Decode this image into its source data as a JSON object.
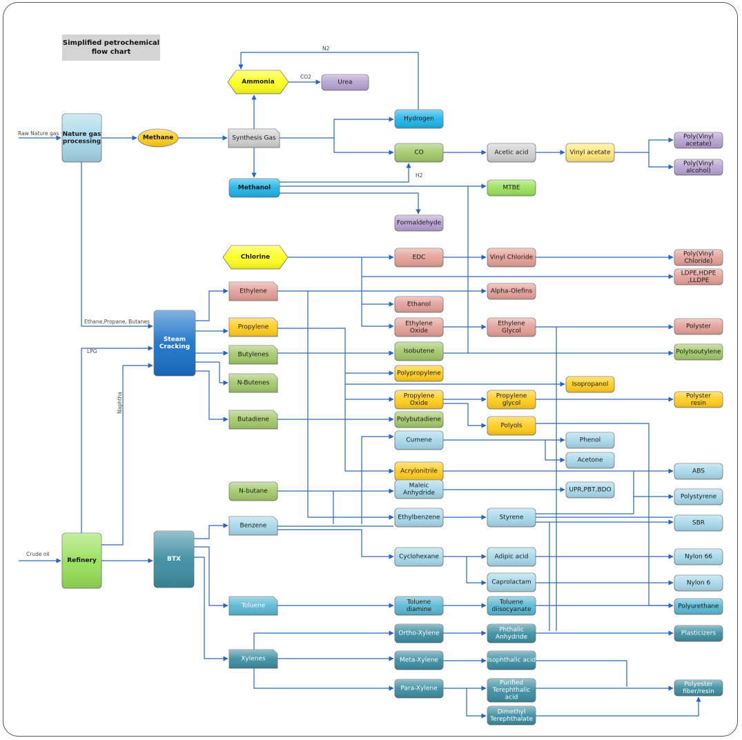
{
  "title": [
    "Simplified petrochemical",
    "flow chart"
  ],
  "colors": {
    "line": "#2a66b8",
    "lightblue": "#a7d8ea",
    "cyan": "#1fb4e8",
    "blue": "#1a72c9",
    "teal": "#3d8ea2",
    "teal_light": "#5ab8d4",
    "green": "#a3c86b",
    "lime": "#99e05a",
    "red": "#e3a098",
    "yellow": "#ffe779",
    "orange": "#ffcc1e",
    "purple": "#b6a2d1",
    "gray": "#d0d0d0",
    "ammonia": "#ffff20"
  },
  "nodes": [
    {
      "id": "nature_gas",
      "label": [
        "Nature gas",
        "processing"
      ],
      "color": "lightblue",
      "shape": "rect",
      "bold": true
    },
    {
      "id": "methane",
      "label": [
        "Methane"
      ],
      "color": "orange",
      "shape": "ellipse",
      "bold": true
    },
    {
      "id": "synthesis_gas",
      "label": [
        "Synthesis Gas"
      ],
      "color": "gray",
      "shape": "tag"
    },
    {
      "id": "ammonia",
      "label": [
        "Ammonia"
      ],
      "color": "ammonia",
      "shape": "hex",
      "bold": true
    },
    {
      "id": "urea",
      "label": [
        "Urea"
      ],
      "color": "purple",
      "shape": "rect"
    },
    {
      "id": "hydrogen",
      "label": [
        "Hydrogen"
      ],
      "color": "cyan",
      "shape": "rect"
    },
    {
      "id": "co",
      "label": [
        "CO"
      ],
      "color": "green",
      "shape": "rect"
    },
    {
      "id": "acetic_acid",
      "label": [
        "Acetic acid"
      ],
      "color": "gray",
      "shape": "rect"
    },
    {
      "id": "vinyl_acetate",
      "label": [
        "Vinyl acetate"
      ],
      "color": "yellow",
      "shape": "rect"
    },
    {
      "id": "pva",
      "label": [
        "Poly(Vinyl",
        "acetate)"
      ],
      "color": "purple",
      "shape": "rect"
    },
    {
      "id": "pvoh",
      "label": [
        "Poly(Vinyl",
        "alcohol)"
      ],
      "color": "purple",
      "shape": "rect"
    },
    {
      "id": "methanol",
      "label": [
        "Methanol"
      ],
      "color": "cyan",
      "shape": "rect",
      "bold": true
    },
    {
      "id": "mtbe",
      "label": [
        "MTBE"
      ],
      "color": "lime",
      "shape": "rect"
    },
    {
      "id": "formaldehyde",
      "label": [
        "Formaldehyde"
      ],
      "color": "purple",
      "shape": "rect"
    },
    {
      "id": "chlorine",
      "label": [
        "Chlorine"
      ],
      "color": "ammonia",
      "shape": "hex",
      "bold": true
    },
    {
      "id": "edc",
      "label": [
        "EDC"
      ],
      "color": "red",
      "shape": "rect"
    },
    {
      "id": "vinyl_chloride",
      "label": [
        "Vinyl Chloride"
      ],
      "color": "red",
      "shape": "rect"
    },
    {
      "id": "pvc",
      "label": [
        "Poly(Vinyl",
        "Chloride)"
      ],
      "color": "red",
      "shape": "rect"
    },
    {
      "id": "ldpe",
      "label": [
        "LDPE,HDPE",
        ",LLDPE"
      ],
      "color": "red",
      "shape": "rect"
    },
    {
      "id": "ethylene",
      "label": [
        "Ethylene"
      ],
      "color": "red",
      "shape": "tag"
    },
    {
      "id": "alpha_olefins",
      "label": [
        "Alpha-Olefins"
      ],
      "color": "red",
      "shape": "rect"
    },
    {
      "id": "ethanol",
      "label": [
        "Ethanol"
      ],
      "color": "red",
      "shape": "rect"
    },
    {
      "id": "steam_cracking",
      "label": [
        "Steam",
        "Cracking"
      ],
      "color": "blue",
      "shape": "rect",
      "bold": true,
      "white": true
    },
    {
      "id": "propylene",
      "label": [
        "Propylene"
      ],
      "color": "orange",
      "shape": "tag"
    },
    {
      "id": "ethylene_oxide",
      "label": [
        "Ethylene",
        "Oxide"
      ],
      "color": "red",
      "shape": "rect"
    },
    {
      "id": "ethylene_glycol",
      "label": [
        "Ethylene",
        "Glycol"
      ],
      "color": "red",
      "shape": "rect"
    },
    {
      "id": "polyster",
      "label": [
        "Polyster"
      ],
      "color": "red",
      "shape": "rect"
    },
    {
      "id": "butylenes",
      "label": [
        "Butylenes"
      ],
      "color": "green",
      "shape": "tag"
    },
    {
      "id": "isobutene",
      "label": [
        "Isobutene"
      ],
      "color": "green",
      "shape": "rect"
    },
    {
      "id": "polyisobutylene",
      "label": [
        "PolyIsoutylene"
      ],
      "color": "green",
      "shape": "rect"
    },
    {
      "id": "polypropylene",
      "label": [
        "Polypropylene"
      ],
      "color": "orange",
      "shape": "rect"
    },
    {
      "id": "n_butenes",
      "label": [
        "N-Butenes"
      ],
      "color": "green",
      "shape": "tag"
    },
    {
      "id": "isopropanol",
      "label": [
        "Isopropanol"
      ],
      "color": "orange",
      "shape": "rect"
    },
    {
      "id": "propylene_oxide",
      "label": [
        "Propylene",
        "Oxide"
      ],
      "color": "orange",
      "shape": "rect"
    },
    {
      "id": "propylene_glycol",
      "label": [
        "Propylene",
        "glycol"
      ],
      "color": "orange",
      "shape": "rect"
    },
    {
      "id": "polyster_resin",
      "label": [
        "Polyster",
        "resin"
      ],
      "color": "orange",
      "shape": "rect"
    },
    {
      "id": "butadiene",
      "label": [
        "Butadiene"
      ],
      "color": "green",
      "shape": "tag"
    },
    {
      "id": "polybutadiene",
      "label": [
        "Polybutadiene"
      ],
      "color": "green",
      "shape": "rect"
    },
    {
      "id": "polyols",
      "label": [
        "Polyols"
      ],
      "color": "orange",
      "shape": "rect"
    },
    {
      "id": "cumene",
      "label": [
        "Cumene"
      ],
      "color": "lightblue",
      "shape": "rect"
    },
    {
      "id": "phenol",
      "label": [
        "Phenol"
      ],
      "color": "lightblue",
      "shape": "rect"
    },
    {
      "id": "acetone",
      "label": [
        "Acetone"
      ],
      "color": "lightblue",
      "shape": "rect"
    },
    {
      "id": "acrylonitrile",
      "label": [
        "Acrylonitrile"
      ],
      "color": "orange",
      "shape": "rect"
    },
    {
      "id": "abs",
      "label": [
        "ABS"
      ],
      "color": "lightblue",
      "shape": "rect"
    },
    {
      "id": "n_butane",
      "label": [
        "N-butane"
      ],
      "color": "green",
      "shape": "rect"
    },
    {
      "id": "maleic",
      "label": [
        "Maleic",
        "Anhydride"
      ],
      "color": "lightblue",
      "shape": "rect"
    },
    {
      "id": "upr",
      "label": [
        "UPR,PBT,BDO"
      ],
      "color": "lightblue",
      "shape": "rect"
    },
    {
      "id": "polystyrene",
      "label": [
        "Polystyrene"
      ],
      "color": "lightblue",
      "shape": "rect"
    },
    {
      "id": "benzene",
      "label": [
        "Benzene"
      ],
      "color": "lightblue",
      "shape": "tag"
    },
    {
      "id": "ethylbenzene",
      "label": [
        "Ethylbenzene"
      ],
      "color": "lightblue",
      "shape": "rect"
    },
    {
      "id": "styrene",
      "label": [
        "Styrene"
      ],
      "color": "lightblue",
      "shape": "rect"
    },
    {
      "id": "sbr",
      "label": [
        "SBR"
      ],
      "color": "lightblue",
      "shape": "rect"
    },
    {
      "id": "refinery",
      "label": [
        "Refinery"
      ],
      "color": "lime",
      "shape": "rect",
      "bold": true
    },
    {
      "id": "btx",
      "label": [
        "BTX"
      ],
      "color": "teal",
      "shape": "rect",
      "bold": true,
      "white": true
    },
    {
      "id": "cyclohexane",
      "label": [
        "Cyclohexane"
      ],
      "color": "lightblue",
      "shape": "rect"
    },
    {
      "id": "adipic",
      "label": [
        "Adipic acid"
      ],
      "color": "lightblue",
      "shape": "rect"
    },
    {
      "id": "nylon66",
      "label": [
        "Nylon 66"
      ],
      "color": "lightblue",
      "shape": "rect"
    },
    {
      "id": "caprolactam",
      "label": [
        "Caprolactam"
      ],
      "color": "lightblue",
      "shape": "rect"
    },
    {
      "id": "nylon6",
      "label": [
        "Nylon 6"
      ],
      "color": "lightblue",
      "shape": "rect"
    },
    {
      "id": "toluene",
      "label": [
        "Toluene"
      ],
      "color": "teal_light",
      "shape": "tag",
      "white": true
    },
    {
      "id": "toluene_diamine",
      "label": [
        "Toluene",
        "diamine"
      ],
      "color": "teal_light",
      "shape": "rect"
    },
    {
      "id": "tdi",
      "label": [
        "Toluene",
        "diisocyanate"
      ],
      "color": "teal_light",
      "shape": "rect"
    },
    {
      "id": "polyurethane",
      "label": [
        "Polyurethane"
      ],
      "color": "teal_light",
      "shape": "rect"
    },
    {
      "id": "ortho_xylene",
      "label": [
        "Ortho-Xylene"
      ],
      "color": "teal",
      "shape": "rect",
      "white": true
    },
    {
      "id": "phthalic",
      "label": [
        "Phthalic",
        "Anhydride"
      ],
      "color": "teal",
      "shape": "rect",
      "white": true
    },
    {
      "id": "plasticizers",
      "label": [
        "Plasticizers"
      ],
      "color": "teal",
      "shape": "rect",
      "white": true
    },
    {
      "id": "xylenes",
      "label": [
        "Xylenes"
      ],
      "color": "teal",
      "shape": "tag",
      "white": true
    },
    {
      "id": "meta_xylene",
      "label": [
        "Meta-Xylene"
      ],
      "color": "teal",
      "shape": "rect",
      "white": true
    },
    {
      "id": "isophthalic",
      "label": [
        "Isophthalic acid"
      ],
      "color": "teal",
      "shape": "rect",
      "white": true
    },
    {
      "id": "para_xylene",
      "label": [
        "Para-Xylene"
      ],
      "color": "teal",
      "shape": "rect",
      "white": true
    },
    {
      "id": "pta",
      "label": [
        "Purified",
        "Terephthalic",
        "acid"
      ],
      "color": "teal",
      "shape": "rect",
      "white": true
    },
    {
      "id": "polyester_fiber",
      "label": [
        "Polyester",
        "fiber/resin"
      ],
      "color": "teal",
      "shape": "rect",
      "white": true
    },
    {
      "id": "dmt",
      "label": [
        "Dimethyl",
        "Terephthalate"
      ],
      "color": "teal",
      "shape": "rect",
      "white": true
    }
  ],
  "edge_labels": [
    {
      "id": "raw_nature_gas",
      "text": "Raw Nature gas"
    },
    {
      "id": "n2",
      "text": "N2"
    },
    {
      "id": "co2",
      "text": "CO2"
    },
    {
      "id": "h2",
      "text": "H2"
    },
    {
      "id": "ethane_propane",
      "text": "Ethane,Propane, Butanes"
    },
    {
      "id": "lpg",
      "text": "LPG"
    },
    {
      "id": "naphtha",
      "text": "Naphtha"
    },
    {
      "id": "crude_oil",
      "text": "Crude oil"
    }
  ]
}
